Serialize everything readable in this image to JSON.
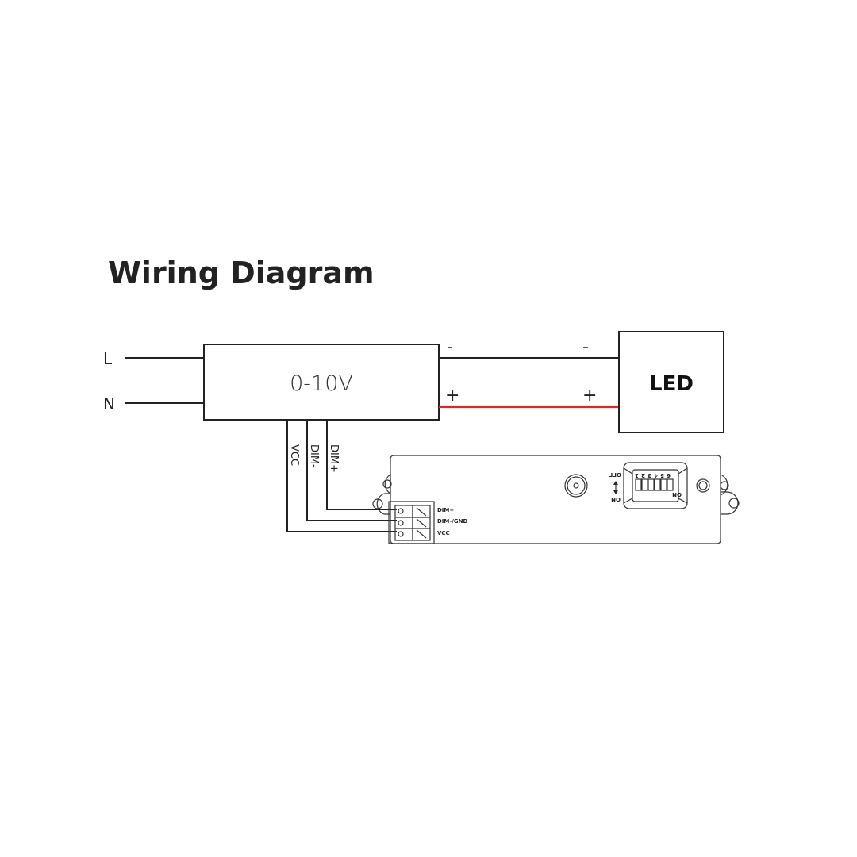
{
  "title": "Wiring Diagram",
  "inputs": {
    "line": "L",
    "neutral": "N"
  },
  "driver": {
    "label": "0-10V"
  },
  "load": {
    "label": "LED"
  },
  "polarity": {
    "minus": "-",
    "plus": "+"
  },
  "wire_labels": {
    "vcc": "VCC",
    "dim_minus": "DIM-",
    "dim_plus": "DIM+"
  },
  "module": {
    "terminals": [
      "DIM+",
      "DIM-/GND",
      "VCC"
    ],
    "dip_off": "OFF",
    "dip_on": "ON",
    "dip_numbers": [
      "1",
      "2",
      "3",
      "4",
      "5",
      "6"
    ]
  },
  "colors": {
    "positive_wire": "#d42a2a",
    "line": "#222222"
  }
}
